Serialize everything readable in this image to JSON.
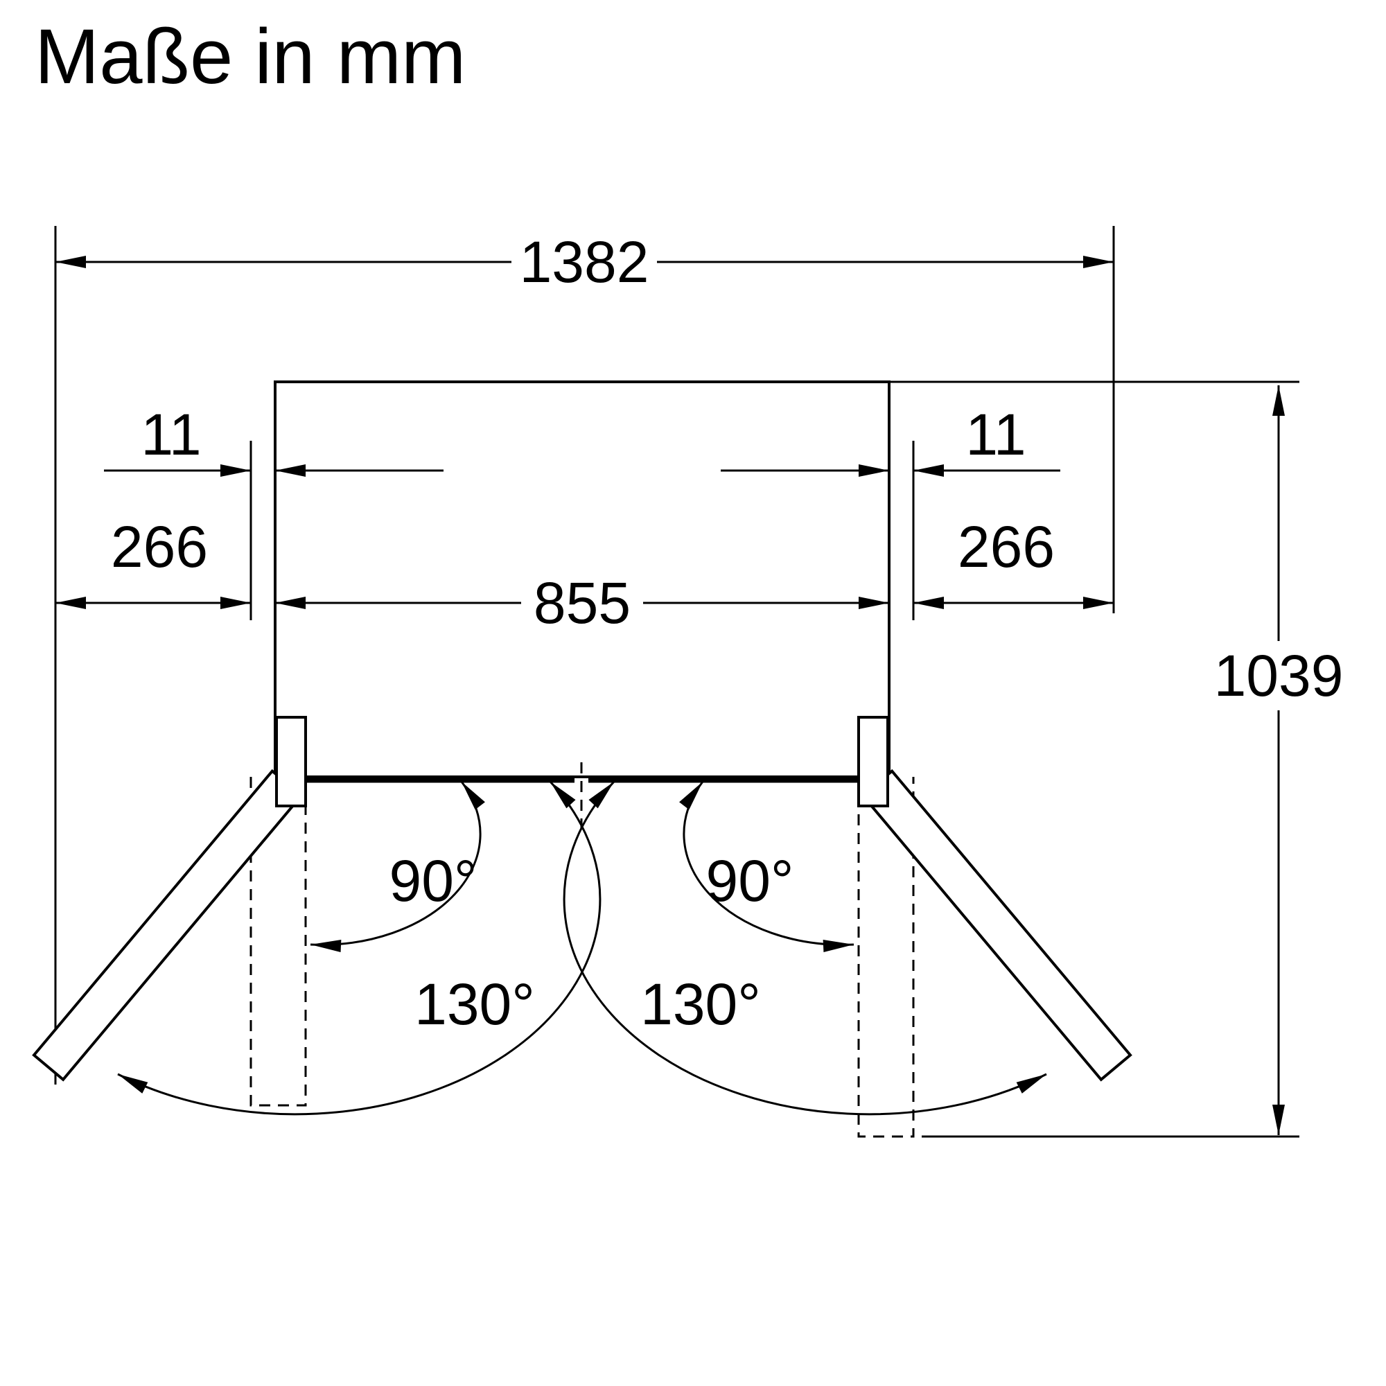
{
  "title": "Maße in mm",
  "dimensions": {
    "total_width": "1382",
    "gap_left": "11",
    "gap_right": "11",
    "side_left": "266",
    "side_right": "266",
    "inner_width": "855",
    "total_depth": "1039"
  },
  "angles": {
    "door_90_left": "90°",
    "door_90_right": "90°",
    "door_130_left": "130°",
    "door_130_right": "130°"
  },
  "colors": {
    "line": "#000000",
    "background": "#ffffff"
  }
}
